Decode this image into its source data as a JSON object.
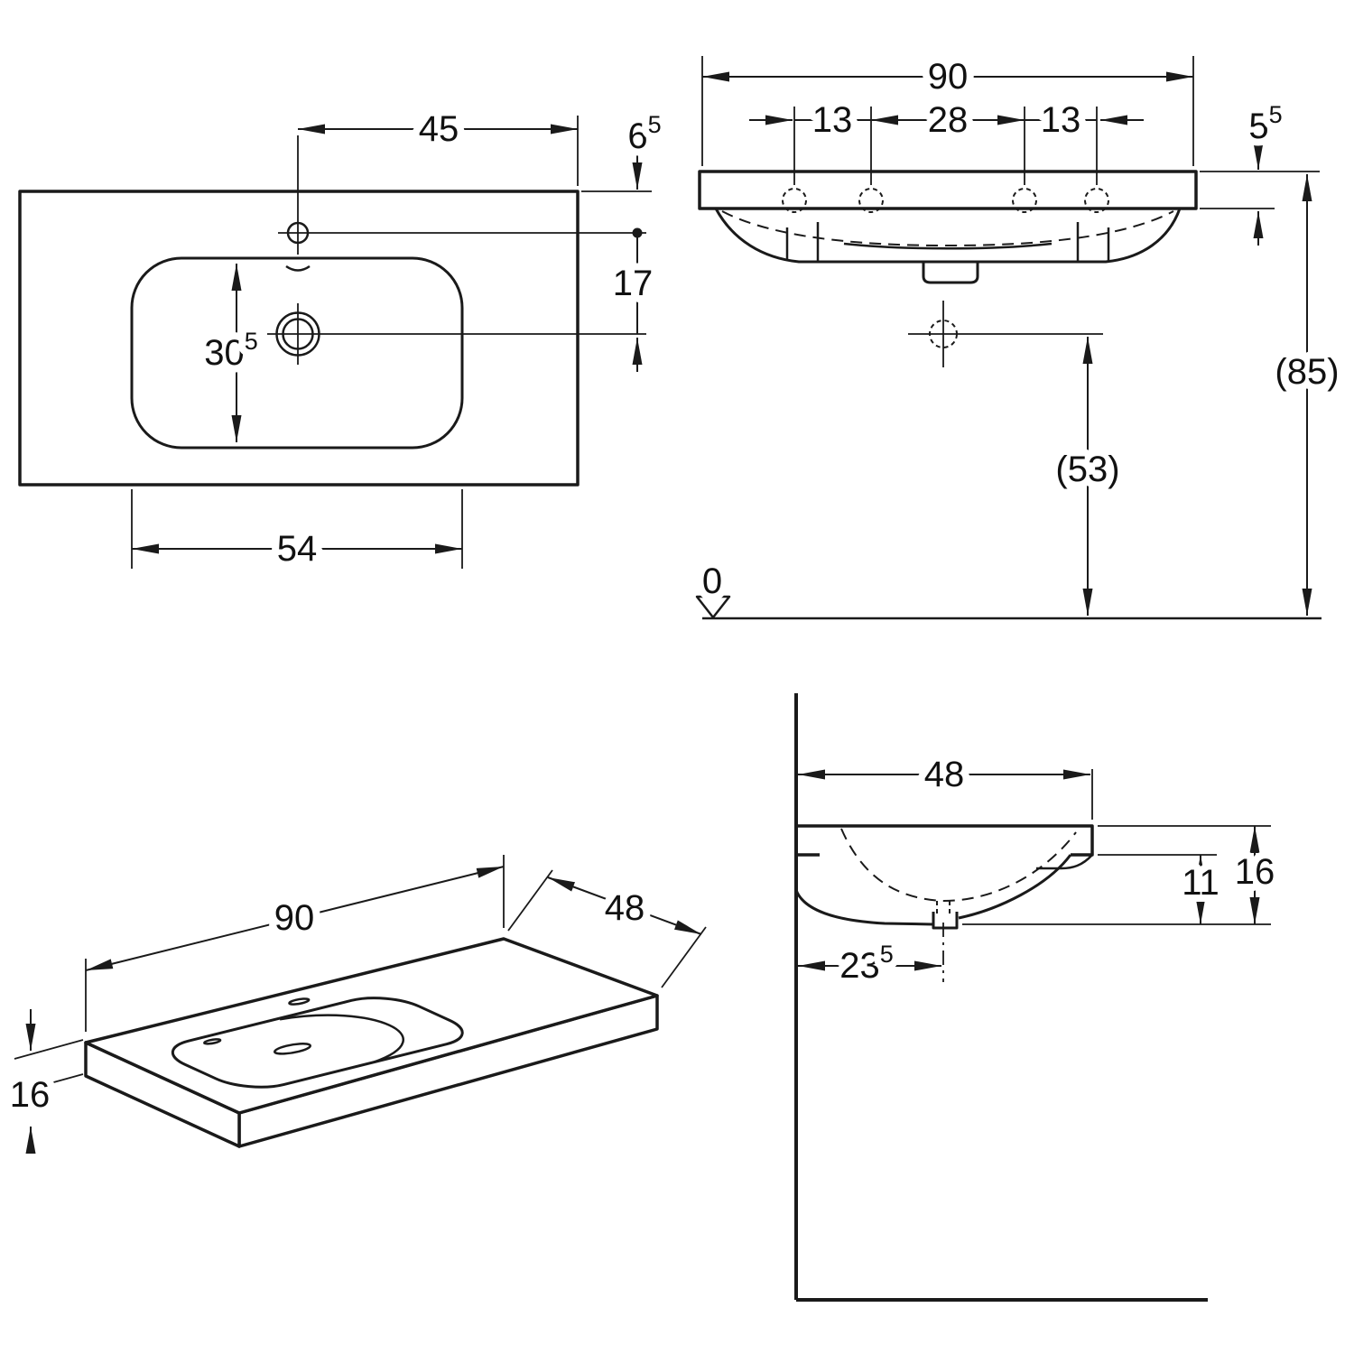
{
  "colors": {
    "ink": "#1a1a1a",
    "background": "#ffffff"
  },
  "plan_view": {
    "dim_tap_to_right_edge": "45",
    "dim_top_edge_to_tap": {
      "base": "6",
      "sup": "5"
    },
    "dim_tap_to_drain": "17",
    "dim_bowl_front_to_back": {
      "base": "30",
      "sup": "5"
    },
    "dim_bowl_width": "54"
  },
  "front_view": {
    "dim_overall_width": "90",
    "dim_hole_spacing_left": "13",
    "dim_hole_spacing_center": "28",
    "dim_hole_spacing_right": "13",
    "dim_rim_thickness": {
      "base": "5",
      "sup": "5"
    },
    "dim_drain_height": "(53)",
    "dim_rim_height": "(85)",
    "datum_zero": "0"
  },
  "iso_view": {
    "dim_width": "90",
    "dim_depth": "48",
    "dim_height": "16"
  },
  "side_view": {
    "dim_depth": "48",
    "dim_apron_height": "11",
    "dim_total_height": "16",
    "dim_wall_to_drain": {
      "base": "23",
      "sup": "5"
    }
  }
}
